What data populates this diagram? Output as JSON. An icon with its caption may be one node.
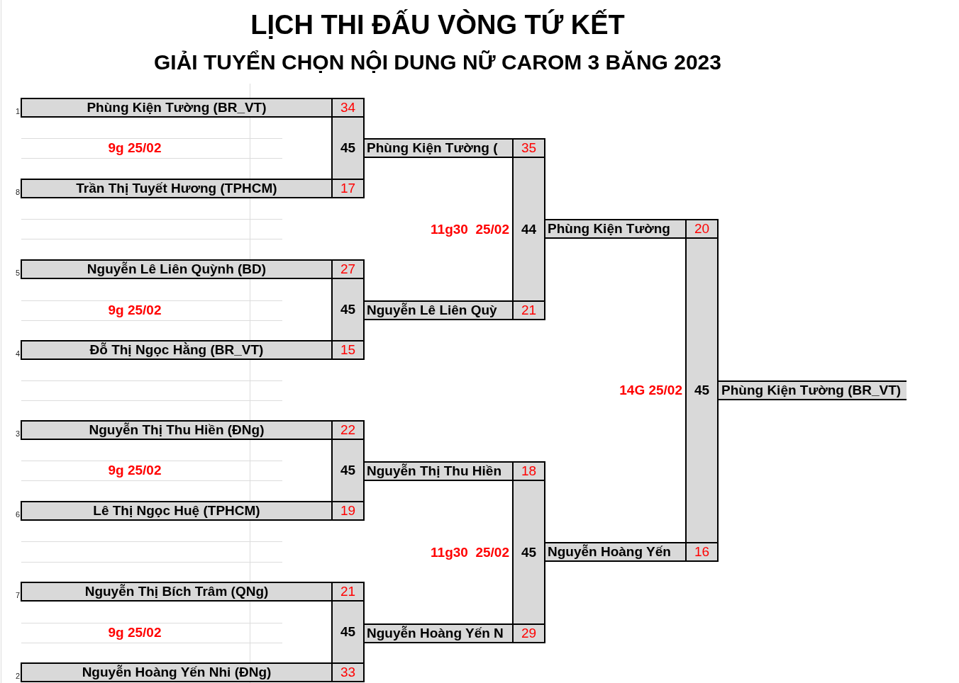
{
  "diagram": {
    "title": "LỊCH THI ĐẤU VÒNG TỨ KẾT",
    "nodes": [
      {
        "text": [
          "Phùng Kiện Tường (BR_VT)",
          "34"
        ],
        "beside": [
          "1"
        ]
      },
      {
        "text": [
          "45"
        ]
      },
      {
        "text": [
          "Trần Thị Tuyết Hương (TPHCM)",
          "17"
        ],
        "beside": [
          "8"
        ]
      },
      {
        "text": [
          "Nguyễn Lê Liên Quỳnh (BD)",
          "27"
        ],
        "beside": [
          "5"
        ]
      },
      {
        "text": [
          "45"
        ]
      },
      {
        "text": [
          "Đỗ Thị Ngọc Hằng (BR_VT)",
          "15"
        ],
        "beside": [
          "4"
        ]
      },
      {
        "text": [
          "Nguyễn Thị Thu Hiền (ĐNg)",
          "22"
        ],
        "beside": [
          "3"
        ]
      },
      {
        "text": [
          "45"
        ]
      },
      {
        "text": [
          "Lê Thị Ngọc Huệ (TPHCM)",
          "19"
        ],
        "beside": [
          "6"
        ]
      },
      {
        "text": [
          "Nguyễn Thị Bích Trâm (QNg)",
          "21"
        ],
        "beside": [
          "7"
        ]
      },
      {
        "text": [
          "45"
        ]
      },
      {
        "text": [
          "Nguyễn Hoàng Yến Nhi (ĐNg)",
          "33"
        ],
        "beside": [
          "2"
        ]
      },
      {
        "text": [
          "Phùng Kiện Tường (",
          "35"
        ]
      },
      {
        "text": [
          "44"
        ],
        "beside": [
          "11g30  25/02"
        ]
      },
      {
        "text": [
          "Nguyễn Lê Liên Quỳ",
          "21"
        ]
      },
      {
        "text": [
          "Nguyễn Thị Thu Hiền",
          "18"
        ]
      },
      {
        "text": [
          "45"
        ],
        "beside": [
          "11g30  25/02"
        ]
      },
      {
        "text": [
          "Nguyễn Hoàng Yến N",
          "29"
        ]
      },
      {
        "text": [
          "Phùng Kiện Tường",
          "20"
        ]
      },
      {
        "text": [
          "45"
        ],
        "beside": [
          "14G 25/02"
        ]
      },
      {
        "text": [
          "Nguyễn Hoàng Yến",
          "16"
        ]
      },
      {
        "text": [
          "Phùng Kiện Tường (BR_VT)"
        ]
      }
    ],
    "labels": [
      "GIẢI TUYỂN CHỌN NỘI DUNG NỮ CAROM 3 BĂNG 2023",
      "9g 25/02",
      "9g 25/02",
      "9g 25/02",
      "9g 25/02"
    ]
  }
}
